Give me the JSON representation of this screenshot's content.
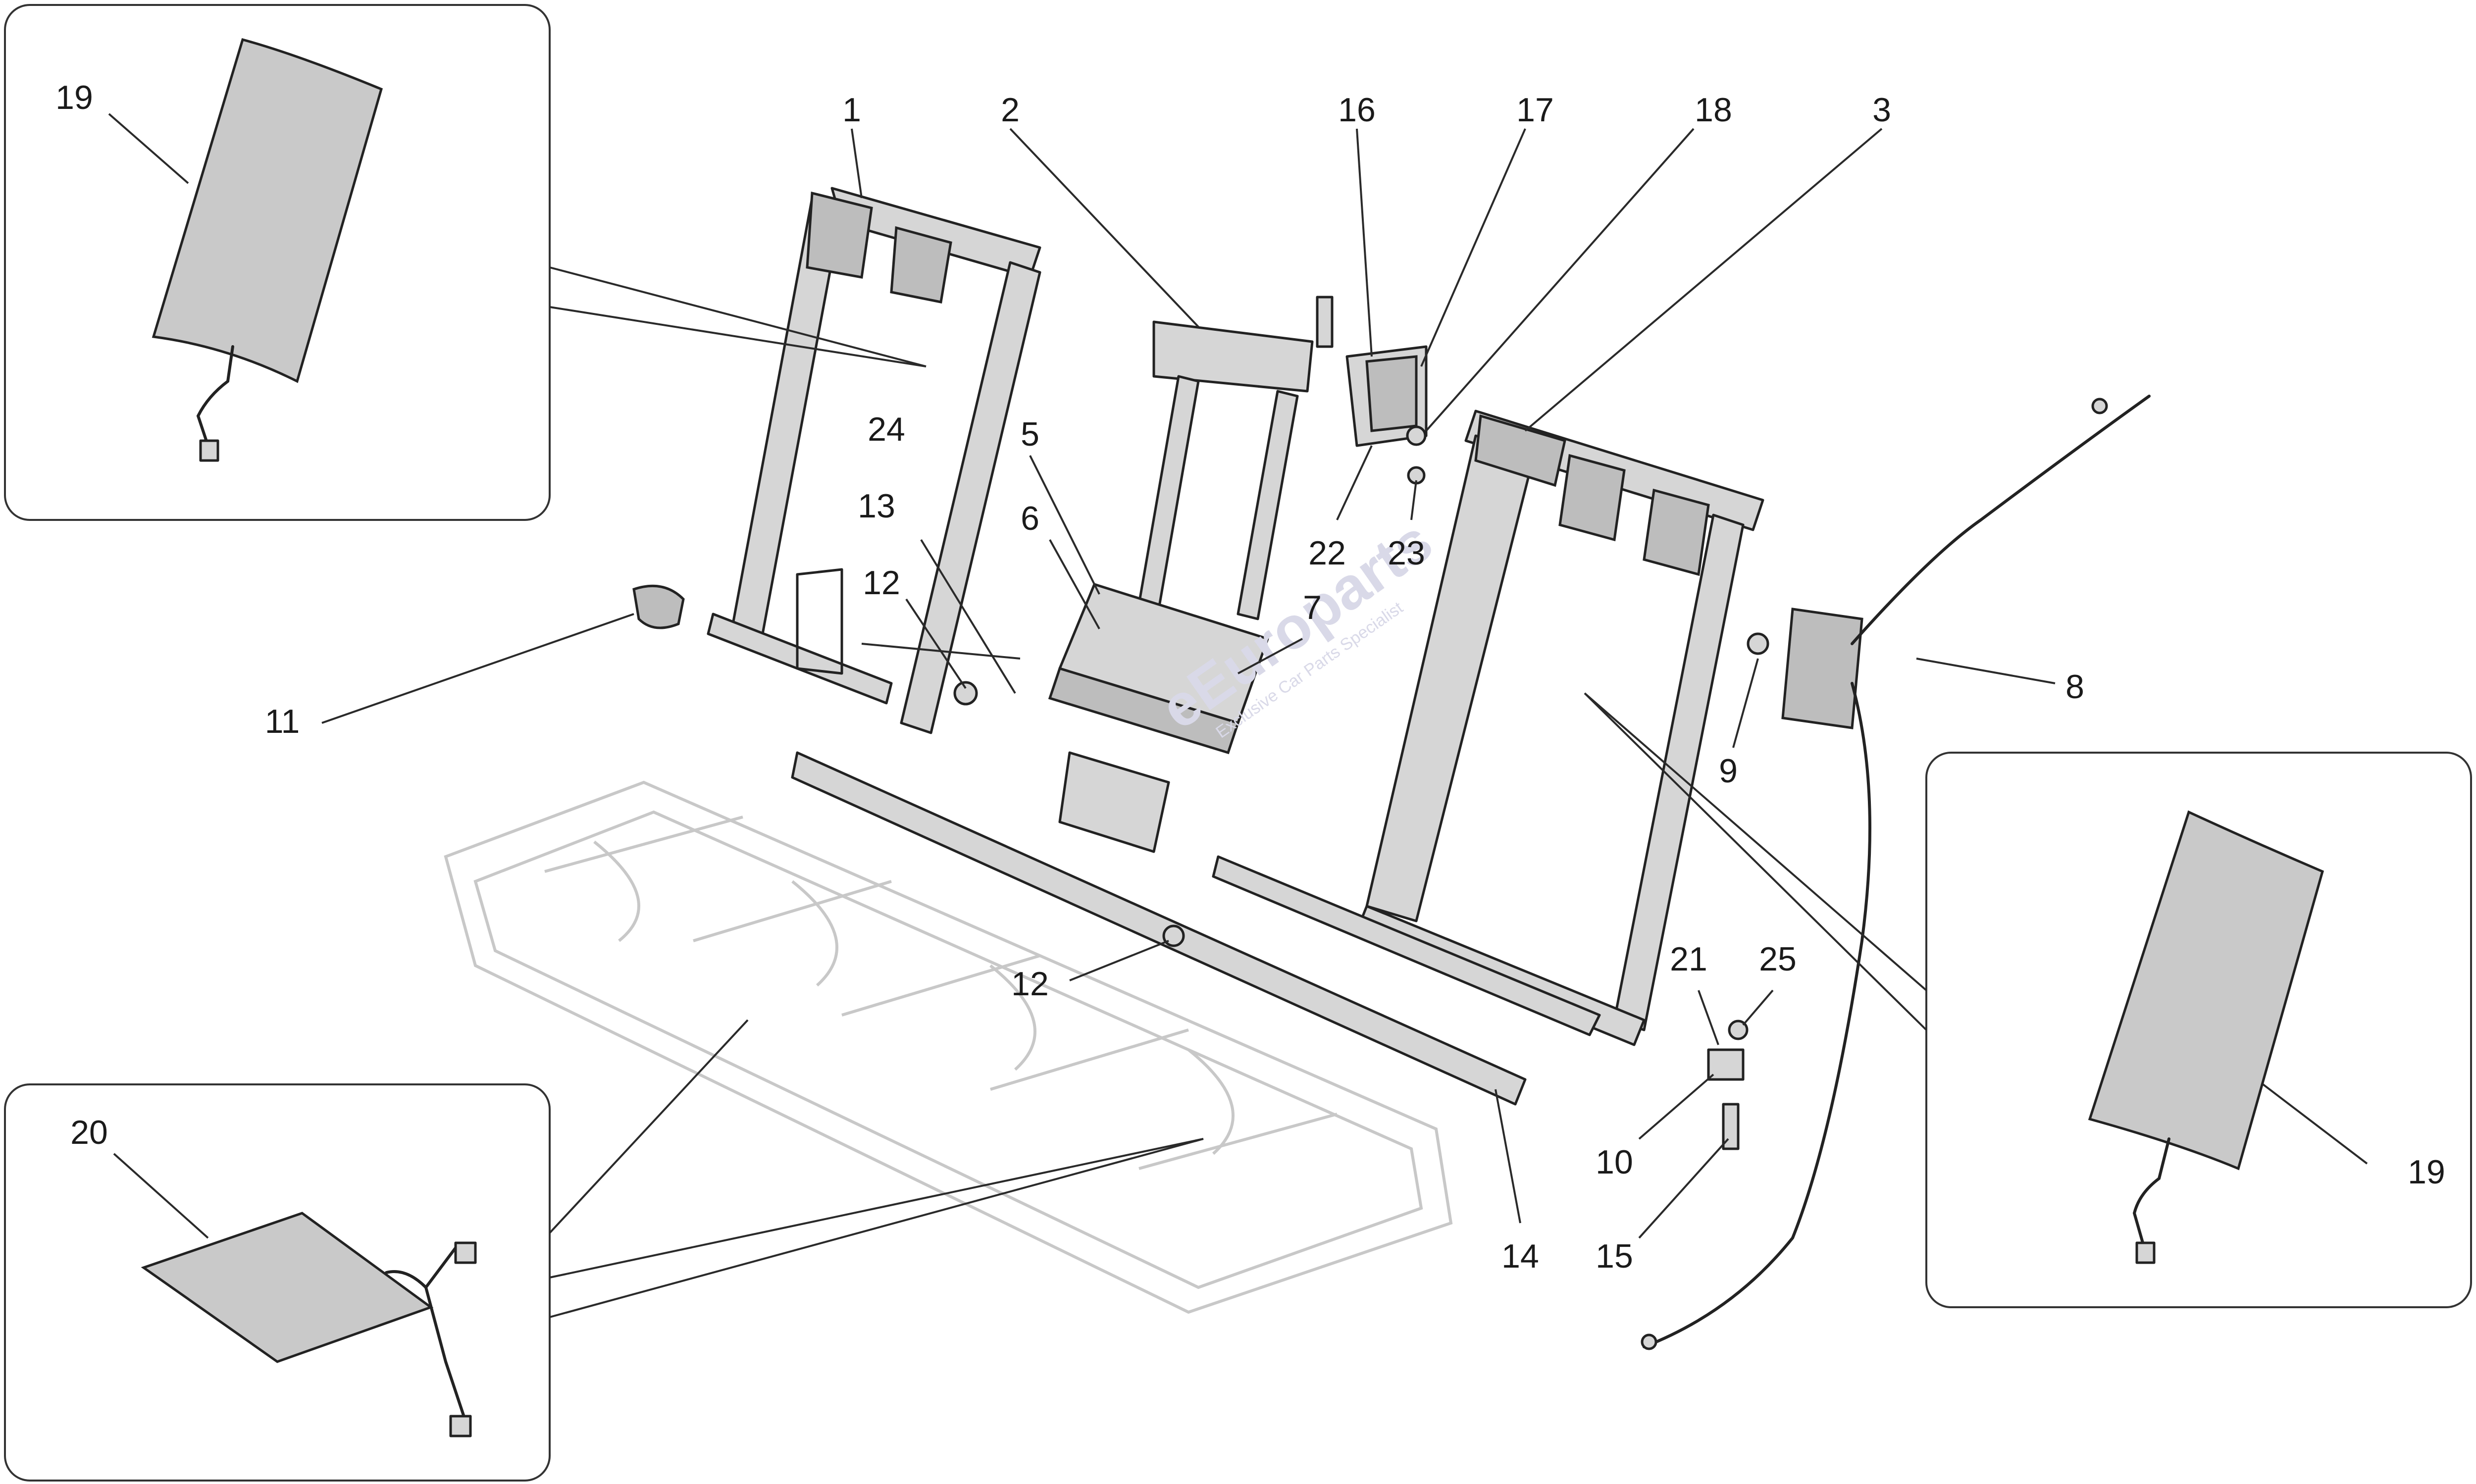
{
  "watermark": {
    "brand": "eEuroparts",
    "tagline": "Exclusive Car Parts Specialist"
  },
  "colors": {
    "line": "#222222",
    "part_fill": "#d6d6d6",
    "ghost": "#c8c8c8",
    "watermark": "#d9d9e8"
  },
  "callouts": {
    "c1": "1",
    "c2": "2",
    "c3": "3",
    "c5": "5",
    "c6": "6",
    "c7": "7",
    "c8": "8",
    "c9": "9",
    "c10": "10",
    "c11": "11",
    "c12a": "12",
    "c12b": "12",
    "c13": "13",
    "c14": "14",
    "c15": "15",
    "c16": "16",
    "c17": "17",
    "c18": "18",
    "c19a": "19",
    "c19b": "19",
    "c20": "20",
    "c21": "21",
    "c22": "22",
    "c23": "23",
    "c24": "24",
    "c25": "25"
  }
}
